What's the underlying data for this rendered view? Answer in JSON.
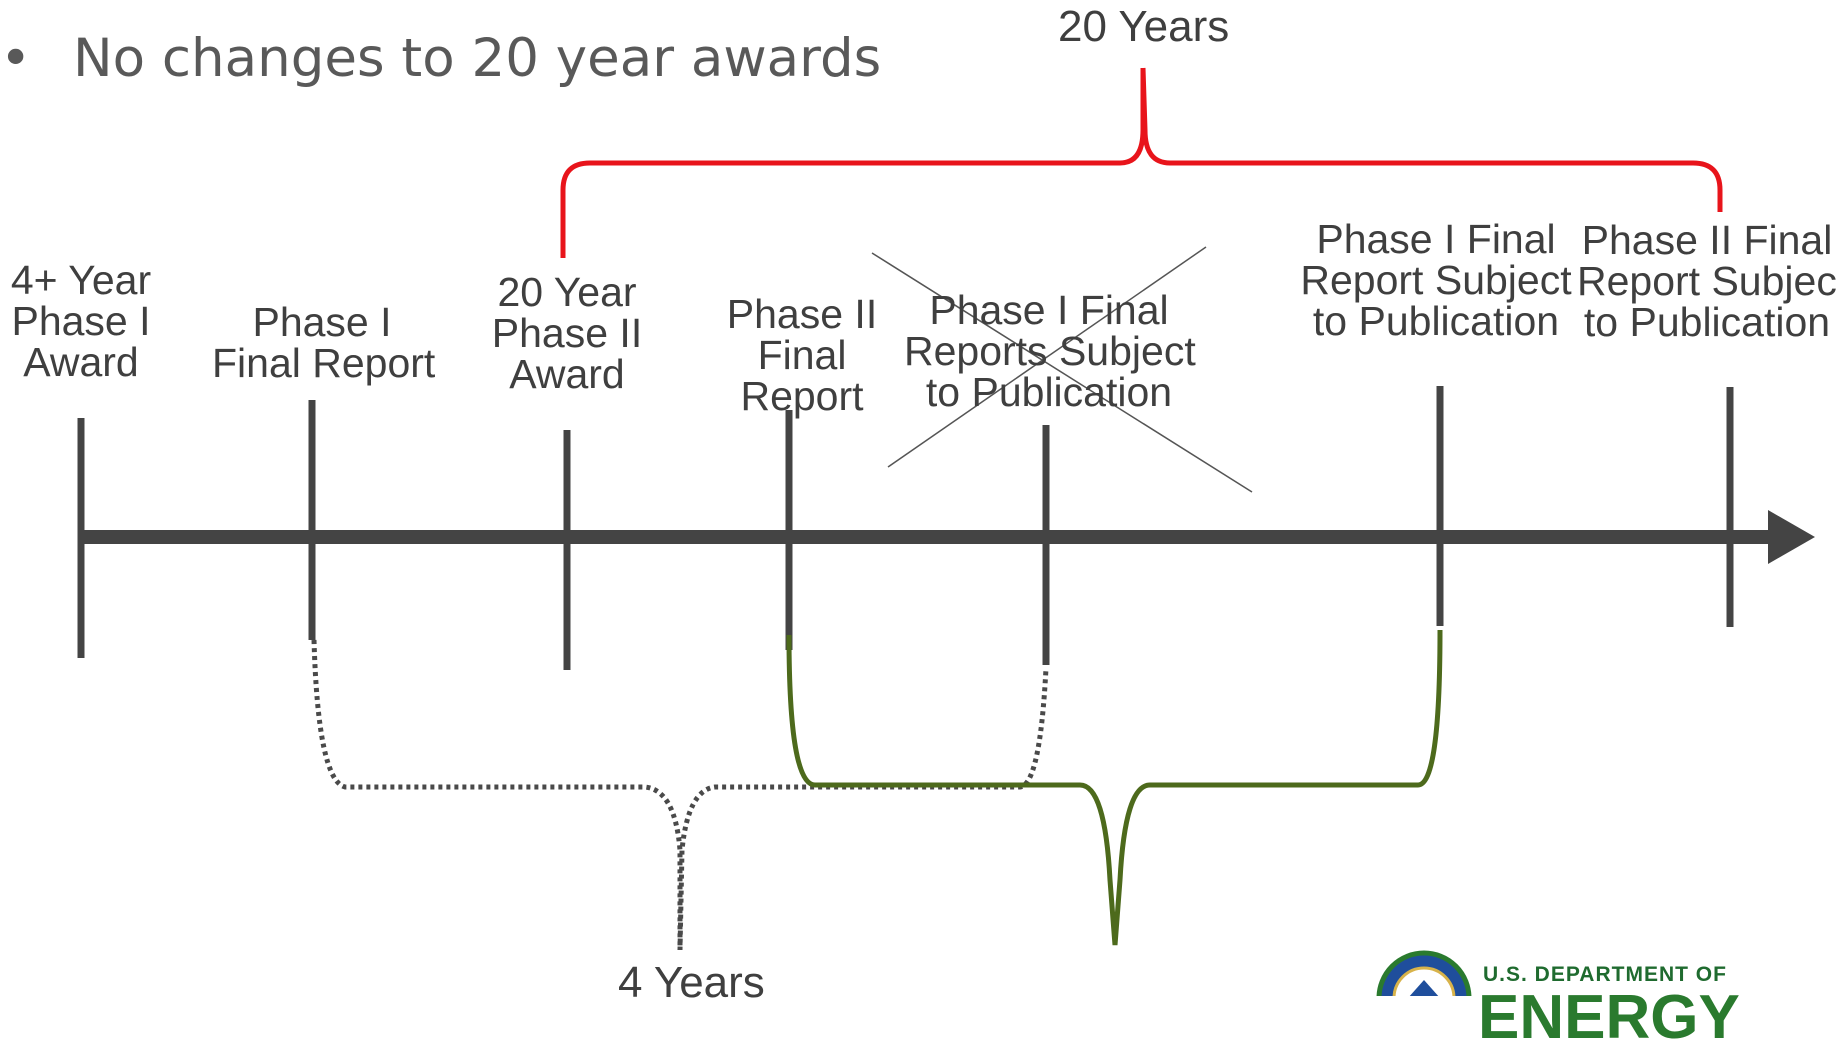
{
  "slide": {
    "bullet_text": "No changes to 20 year awards",
    "bullet_symbol": "•"
  },
  "timeline": {
    "milestones": [
      {
        "id": "m1",
        "lines": [
          "4+ Year",
          "Phase I",
          "Award"
        ],
        "struck": false
      },
      {
        "id": "m2",
        "lines": [
          "Phase I",
          "Final Report"
        ],
        "struck": false
      },
      {
        "id": "m3",
        "lines": [
          "20 Year",
          "Phase II",
          "Award"
        ],
        "struck": false
      },
      {
        "id": "m4",
        "lines": [
          "Phase II",
          "Final",
          "Report"
        ],
        "struck": false
      },
      {
        "id": "m5",
        "lines": [
          "Phase I Final",
          "Reports Subject",
          "to Publication"
        ],
        "struck": true
      },
      {
        "id": "m6",
        "lines": [
          "Phase I Final",
          "Report Subject",
          "to Publication"
        ],
        "struck": false
      },
      {
        "id": "m7",
        "lines": [
          "Phase II Final",
          "Report Subject",
          "to Publication"
        ],
        "struck": false
      }
    ]
  },
  "ranges": {
    "top": {
      "label": "20 Years",
      "color": "#e8141b"
    },
    "bottom_dotted": {
      "label": "4 Years",
      "color": "#4a4a4a"
    },
    "bottom_green": {
      "color": "#4d6a1c"
    }
  },
  "colors": {
    "axis": "#444444",
    "text": "#3f3f3f"
  },
  "logo": {
    "line1": "U.S. DEPARTMENT OF",
    "line2": "ENERGY"
  }
}
